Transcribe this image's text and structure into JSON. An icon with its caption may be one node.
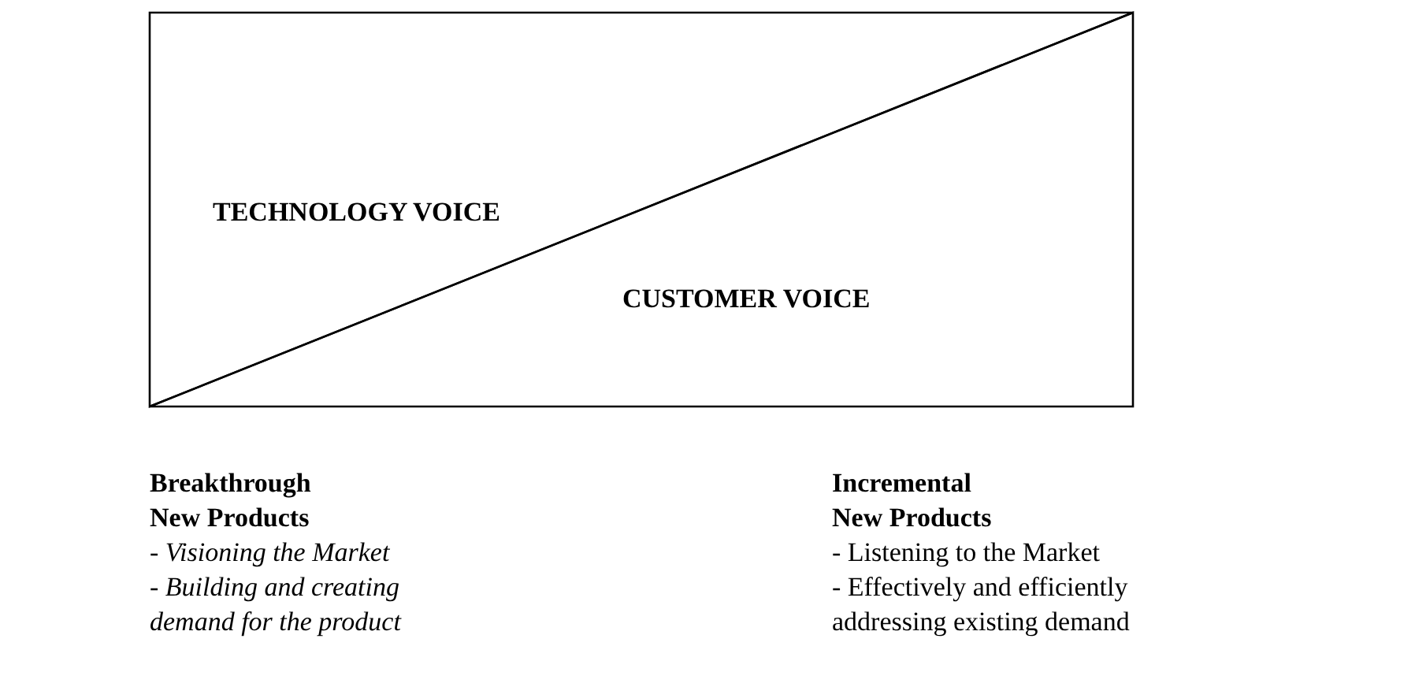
{
  "diagram": {
    "nodes": [
      {
        "text": [
          "TECHNOLOGY VOICE"
        ]
      },
      {
        "text": [
          "CUSTOMER VOICE"
        ]
      }
    ],
    "labels": [
      "Breakthrough New Products",
      "- Visioning the Market",
      "- Building and creating demand for the product",
      "Incremental New Products",
      "- Listening to the Market",
      "- Effectively and efficiently addressing existing demand"
    ]
  }
}
